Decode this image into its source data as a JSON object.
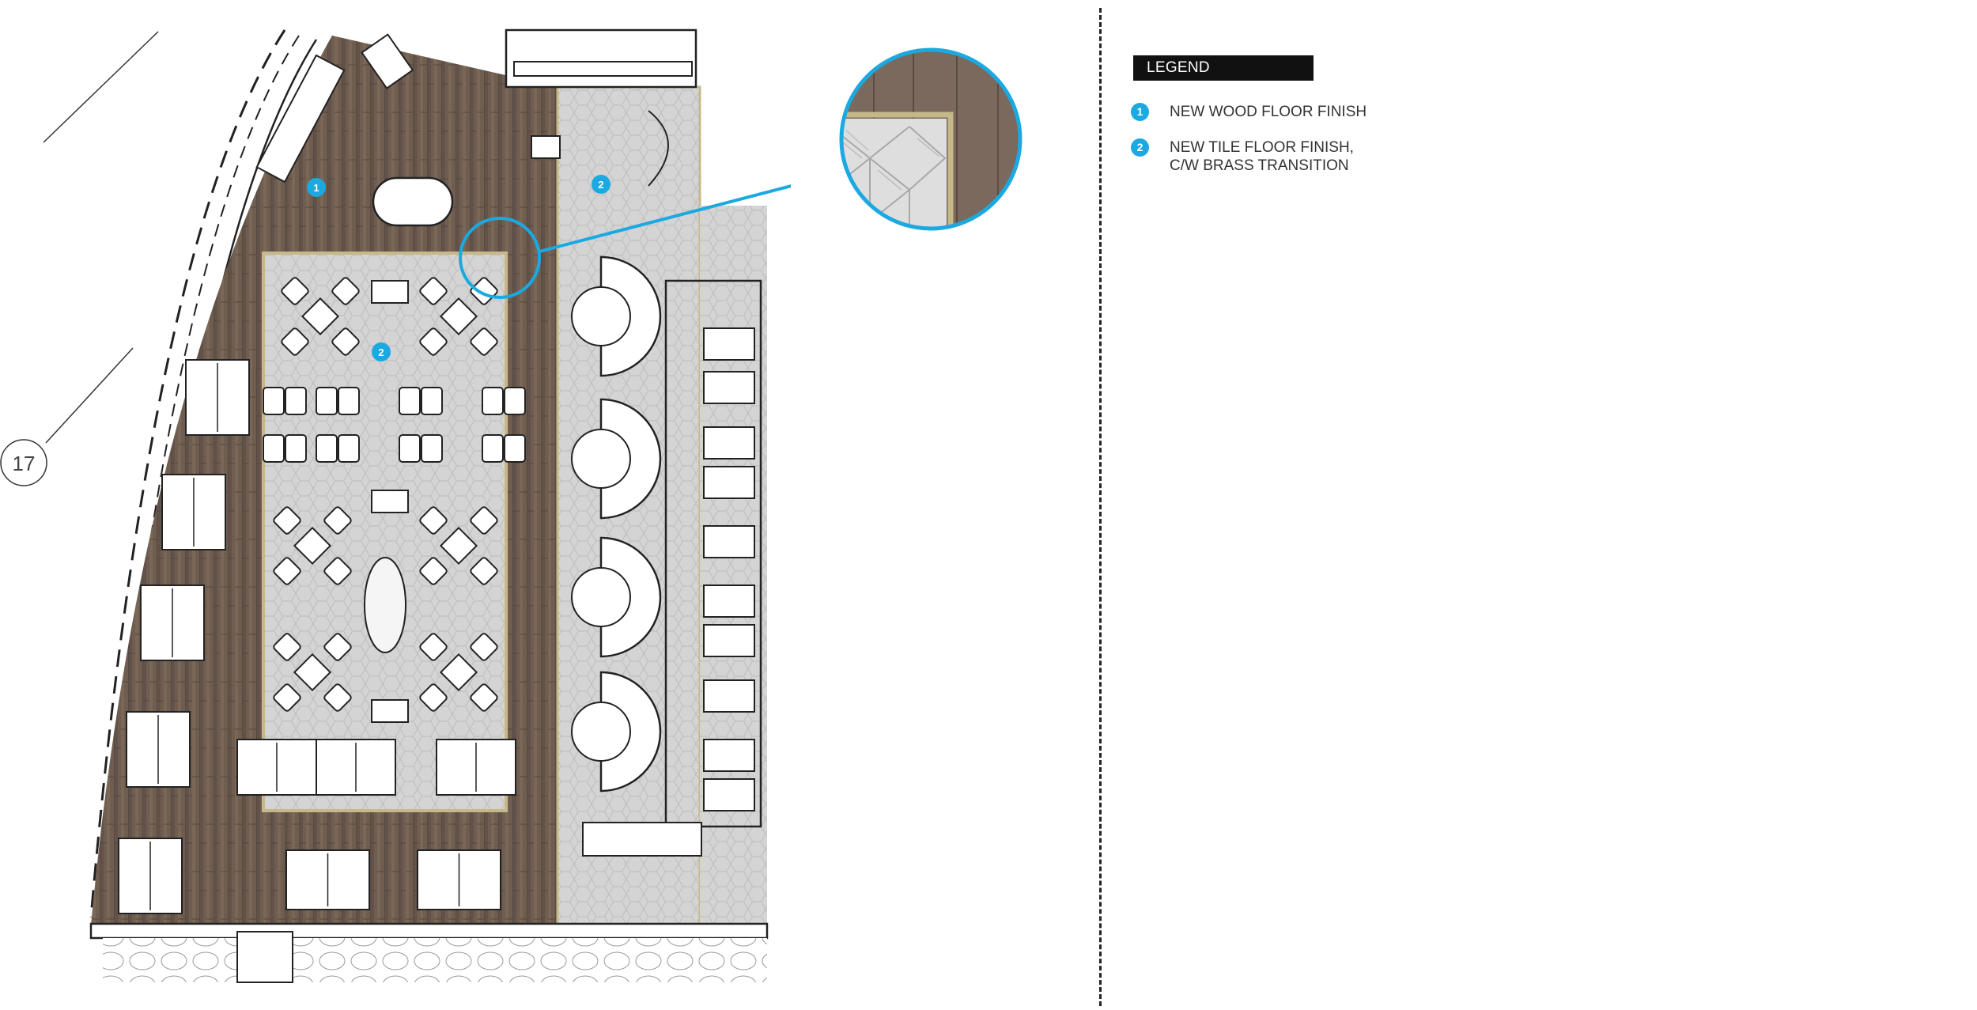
{
  "drawing": {
    "grid_label": "17",
    "tags": {
      "wood": "1",
      "tile": "2"
    },
    "colors": {
      "wood": "#6b5a4e",
      "tile": "#cfcfcf",
      "brass": "#c7b88a",
      "callout": "#1ba9e1",
      "line": "#1a1a1a"
    }
  },
  "legend": {
    "title": "LEGEND",
    "items": [
      {
        "number": "1",
        "lines": [
          "NEW WOOD FLOOR FINISH"
        ]
      },
      {
        "number": "2",
        "lines": [
          "NEW TILE FLOOR FINISH,",
          "C/W BRASS TRANSITION"
        ]
      }
    ]
  }
}
